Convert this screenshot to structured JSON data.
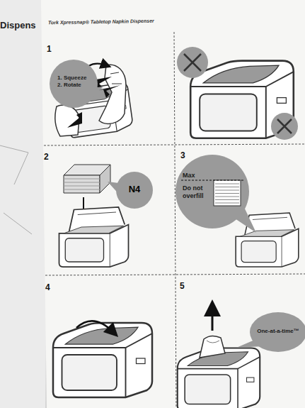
{
  "diagram": {
    "title": "Tork Xpressnap® Tabletop Napkin Dispenser",
    "nodes": [
      {
        "text": [
          "1. Squeeze 2. Rotate"
        ]
      },
      {
        "text": [
          "N4"
        ]
      },
      {
        "text": [
          "Max",
          "Do not overfill"
        ]
      },
      {
        "text": [
          "One-at-a-time™"
        ]
      }
    ],
    "labels": [
      "Dispens",
      "1",
      "2",
      "3",
      "4",
      "5"
    ]
  }
}
